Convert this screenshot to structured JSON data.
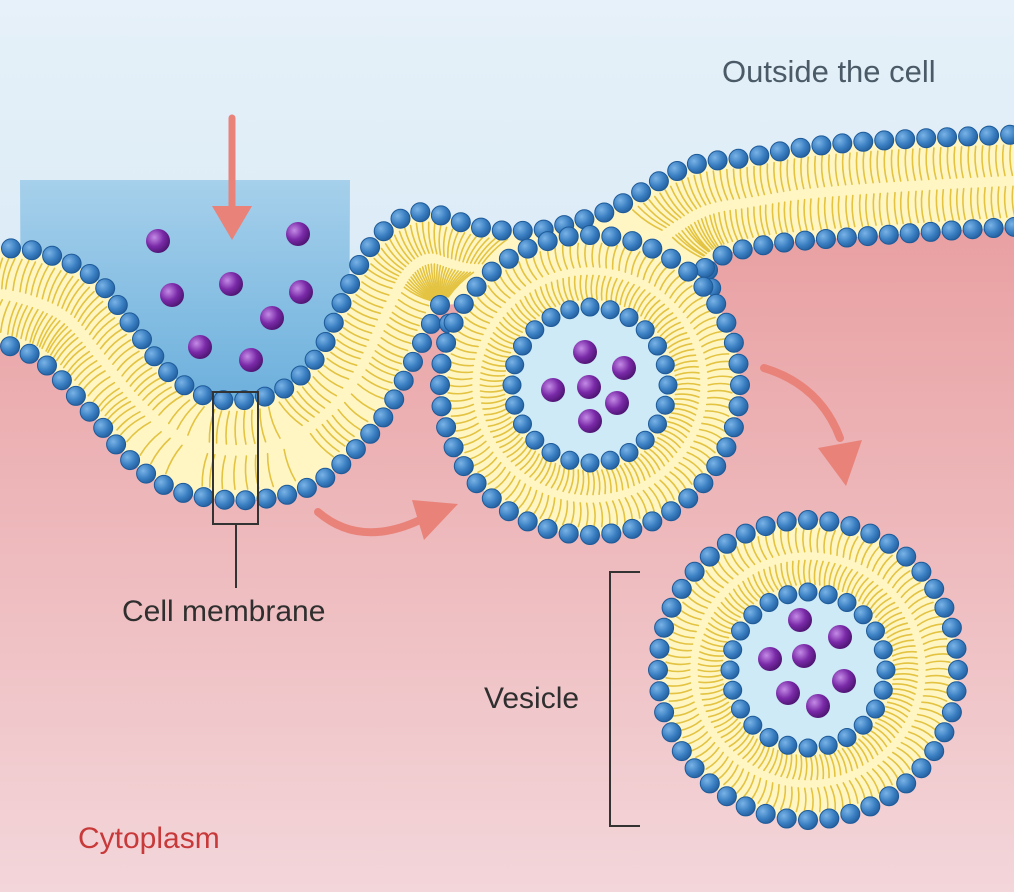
{
  "labels": {
    "outside": "Outside the cell",
    "cell_membrane": "Cell membrane",
    "vesicle": "Vesicle",
    "cytoplasm": "Cytoplasm"
  },
  "colors": {
    "outside_top": "#e4f0f9",
    "outside_bottom": "#bfdcee",
    "pocket_blue": "#6fb3dd",
    "cytoplasm_top": "#e89a9c",
    "cytoplasm_bottom": "#f2d3d7",
    "head_fill": "#3a7fc2",
    "head_stroke": "#1e5a98",
    "tail": "#e3c341",
    "bilayer_fill": "#fff6c4",
    "vesicle_lumen": "#cdeaf6",
    "particle": "#7a2aa8",
    "arrow": "#e9837a",
    "cytoplasm_text": "#c8393a"
  },
  "icons": {
    "particle": "purple-molecule-icon",
    "head": "phospholipid-head-icon",
    "process_arrow": "curved-arrow-icon"
  }
}
